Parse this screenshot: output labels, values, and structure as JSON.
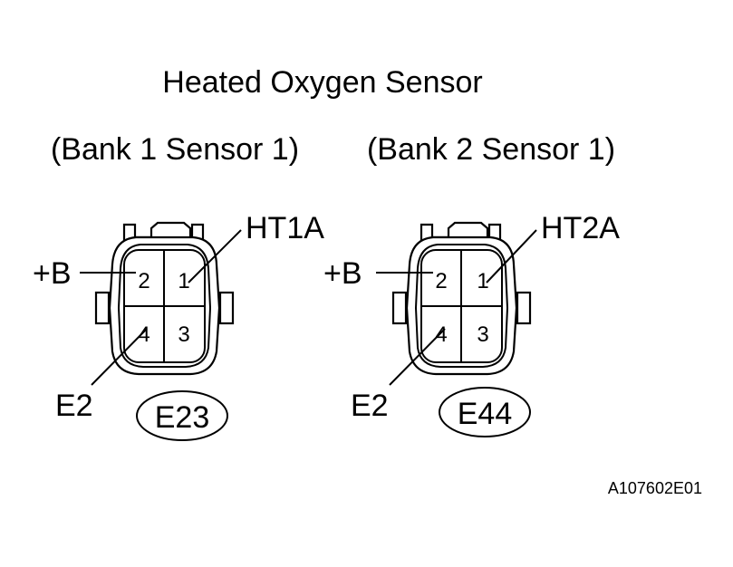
{
  "title": "Heated Oxygen Sensor",
  "connectors": [
    {
      "caption": "(Bank 1 Sensor 1)",
      "code": "E23",
      "pins": [
        "2",
        "1",
        "4",
        "3"
      ],
      "label_top": "HT1A",
      "label_left": "+B",
      "label_bottom": "E2"
    },
    {
      "caption": "(Bank 2 Sensor 1)",
      "code": "E44",
      "pins": [
        "2",
        "1",
        "4",
        "3"
      ],
      "label_top": "HT2A",
      "label_left": "+B",
      "label_bottom": "E2"
    }
  ],
  "figure_id": "A107602E01"
}
